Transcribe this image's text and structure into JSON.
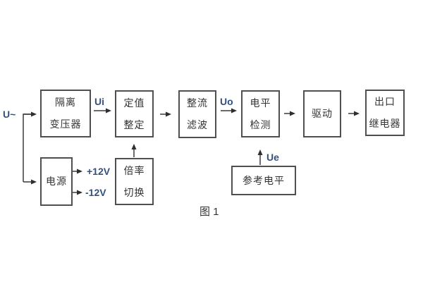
{
  "figure": {
    "caption": "图 1",
    "background_color": "#ffffff",
    "line_color": "#3a3a3a",
    "box_border_color": "#4f4f4f",
    "box_text_color": "#333333",
    "signal_label_color": "#33507e"
  },
  "nodes": {
    "isolation_transformer": {
      "line1": "隔离",
      "line2": "变压器"
    },
    "setting": {
      "line1": "定值",
      "line2": "整定"
    },
    "rectifier_filter": {
      "line1": "整流",
      "line2": "滤波"
    },
    "level_detection": {
      "line1": "电平",
      "line2": "检测"
    },
    "drive": {
      "label": "驱动"
    },
    "output_relay": {
      "line1": "出口",
      "line2": "继电器"
    },
    "power_supply": {
      "label": "电源"
    },
    "rate_switch": {
      "line1": "倍率",
      "line2": "切换"
    },
    "reference_level": {
      "label": "参考电平"
    }
  },
  "signals": {
    "input": "U~",
    "ui": "Ui",
    "uo": "Uo",
    "ue": "Ue",
    "rail_positive": "+12V",
    "rail_negative": "-12V"
  }
}
